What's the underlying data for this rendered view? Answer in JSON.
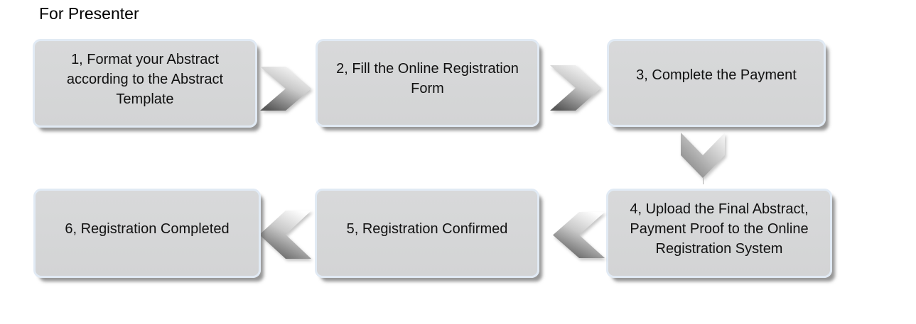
{
  "header": {
    "title": "For Presenter"
  },
  "flow": {
    "steps": [
      {
        "order": "1",
        "label": "1, Format your Abstract\naccording to the Abstract\nTemplate"
      },
      {
        "order": "2",
        "label": "2, Fill the Online Registration\nForm"
      },
      {
        "order": "3",
        "label": "3, Complete the Payment"
      },
      {
        "order": "4",
        "label": "4, Upload the Final Abstract,\nPayment Proof to the Online\nRegistration System"
      },
      {
        "order": "5",
        "label": "5, Registration Confirmed"
      },
      {
        "order": "6",
        "label": "6, Registration Completed"
      }
    ],
    "connectors": [
      {
        "from": "1",
        "to": "2",
        "direction": "right"
      },
      {
        "from": "2",
        "to": "3",
        "direction": "right"
      },
      {
        "from": "3",
        "to": "4",
        "direction": "down"
      },
      {
        "from": "4",
        "to": "5",
        "direction": "left"
      },
      {
        "from": "5",
        "to": "6",
        "direction": "left"
      }
    ]
  },
  "colors": {
    "background": "#ffffff",
    "box_fill": "#d5d6d7",
    "box_border": "#e1eaf4",
    "box_text": "#111111",
    "arrow_gradient_light": "#fefefe",
    "arrow_gradient_dark": "#585858",
    "arrow_down_gradient_dark": "#7f7f7f"
  }
}
